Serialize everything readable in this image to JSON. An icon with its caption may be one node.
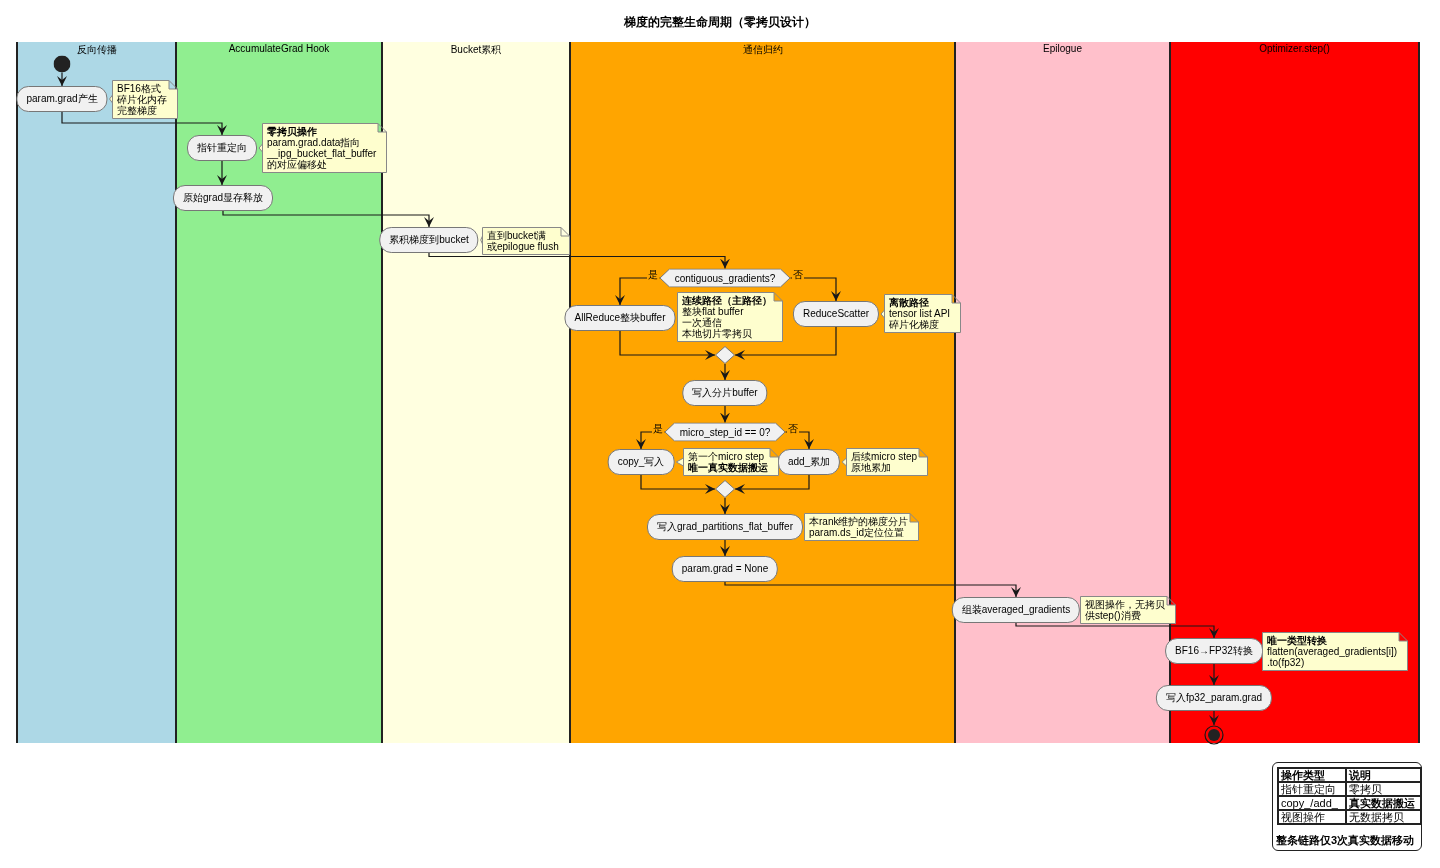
{
  "diagram": {
    "title": "梯度的完整生命周期（零拷贝设计）",
    "nodes": [
      {
        "text": [
          "反向传播"
        ]
      },
      {
        "text": [
          "AccumulateGrad Hook"
        ]
      },
      {
        "text": [
          "Bucket累积"
        ]
      },
      {
        "text": [
          "通信归约"
        ]
      },
      {
        "text": [
          "Epilogue"
        ]
      },
      {
        "text": [
          "Optimizer.step()"
        ]
      },
      {
        "text": [],
        "shape": "circle",
        "in": 0
      },
      {
        "text": [
          "param.grad产生"
        ],
        "in": 0,
        "beside": [
          "BF16格式",
          "碎片化内存",
          "完整梯度"
        ]
      },
      {
        "text": [
          "指针重定向"
        ],
        "in": 1,
        "beside": [
          "**零拷贝操作**",
          "param.grad.data指向",
          "__ipg_bucket_flat_buffer",
          "的对应偏移处"
        ]
      },
      {
        "text": [
          "原始grad显存释放"
        ],
        "in": 1
      },
      {
        "text": [
          "累积梯度到bucket"
        ],
        "in": 2,
        "beside": [
          "直到bucket满",
          "或epilogue flush"
        ]
      },
      {
        "text": [
          "contiguous_gradients?"
        ],
        "in": 3
      },
      {
        "text": [
          "AllReduce整块buffer"
        ],
        "in": 3,
        "beside": [
          "**连续路径（主路径）**",
          "整块flat buffer",
          "一次通信",
          "本地切片零拷贝"
        ]
      },
      {
        "text": [
          "ReduceScatter"
        ],
        "in": 3,
        "beside": [
          "**离散路径**",
          "tensor list API",
          "碎片化梯度"
        ]
      },
      {
        "text": [],
        "shape": "diamond",
        "in": 3
      },
      {
        "text": [
          "写入分片buffer"
        ],
        "in": 3
      },
      {
        "text": [
          "micro_step_id == 0?"
        ],
        "in": 3
      },
      {
        "text": [
          "copy_写入"
        ],
        "in": 3,
        "beside": [
          "第一个micro step",
          "**唯一真实数据搬运**"
        ]
      },
      {
        "text": [
          "add_累加"
        ],
        "in": 3,
        "beside": [
          "后续micro step",
          "原地累加"
        ]
      },
      {
        "text": [],
        "shape": "diamond",
        "in": 3
      },
      {
        "text": [
          "写入grad_partitions_flat_buffer"
        ],
        "in": 3,
        "beside": [
          "本rank维护的梯度分片",
          "param.ds_id定位位置"
        ]
      },
      {
        "text": [
          "param.grad = None"
        ],
        "in": 3
      },
      {
        "text": [
          "组装averaged_gradients"
        ],
        "in": 4,
        "beside": [
          "视图操作，无拷贝",
          "供step()消费"
        ]
      },
      {
        "text": [
          "BF16→FP32转换"
        ],
        "in": 5,
        "beside": [
          "**唯一类型转换**",
          "flatten(averaged_gradients[i])",
          ".to(fp32)"
        ]
      },
      {
        "text": [
          "写入fp32_param.grad"
        ],
        "in": 5
      },
      {
        "text": [],
        "shape": "circle",
        "in": 5
      }
    ],
    "edges": [
      {
        "from": 6,
        "to": 7,
        "arrow": "to"
      },
      {
        "from": 7,
        "to": 8,
        "arrow": "to"
      },
      {
        "from": 8,
        "to": 9,
        "arrow": "to"
      },
      {
        "from": 9,
        "to": 10,
        "arrow": "to"
      },
      {
        "from": 10,
        "to": 11,
        "arrow": "to"
      },
      {
        "from": 11,
        "to": 12,
        "arrow": "to",
        "label": "是"
      },
      {
        "from": 11,
        "to": 13,
        "arrow": "to",
        "label": "否"
      },
      {
        "from": 12,
        "to": 14,
        "arrow": "to"
      },
      {
        "from": 13,
        "to": 14,
        "arrow": "to"
      },
      {
        "from": 14,
        "to": 15,
        "arrow": "to"
      },
      {
        "from": 15,
        "to": 16,
        "arrow": "to"
      },
      {
        "from": 16,
        "to": 17,
        "arrow": "to",
        "label": "是"
      },
      {
        "from": 16,
        "to": 18,
        "arrow": "to",
        "label": "否"
      },
      {
        "from": 17,
        "to": 19,
        "arrow": "to"
      },
      {
        "from": 18,
        "to": 19,
        "arrow": "to"
      },
      {
        "from": 19,
        "to": 20,
        "arrow": "to"
      },
      {
        "from": 20,
        "to": 21,
        "arrow": "to"
      },
      {
        "from": 21,
        "to": 22,
        "arrow": "to"
      },
      {
        "from": 22,
        "to": 23,
        "arrow": "to"
      },
      {
        "from": 23,
        "to": 24,
        "arrow": "to"
      },
      {
        "from": 24,
        "to": 25,
        "arrow": "to"
      }
    ],
    "labels": [
      "操作类型",
      "说明",
      "指针重定向",
      "零拷贝",
      "copy_/add_",
      "真实数据搬运",
      "视图操作",
      "无数据拷贝",
      "整条链路仅3次真实数据移动"
    ]
  }
}
